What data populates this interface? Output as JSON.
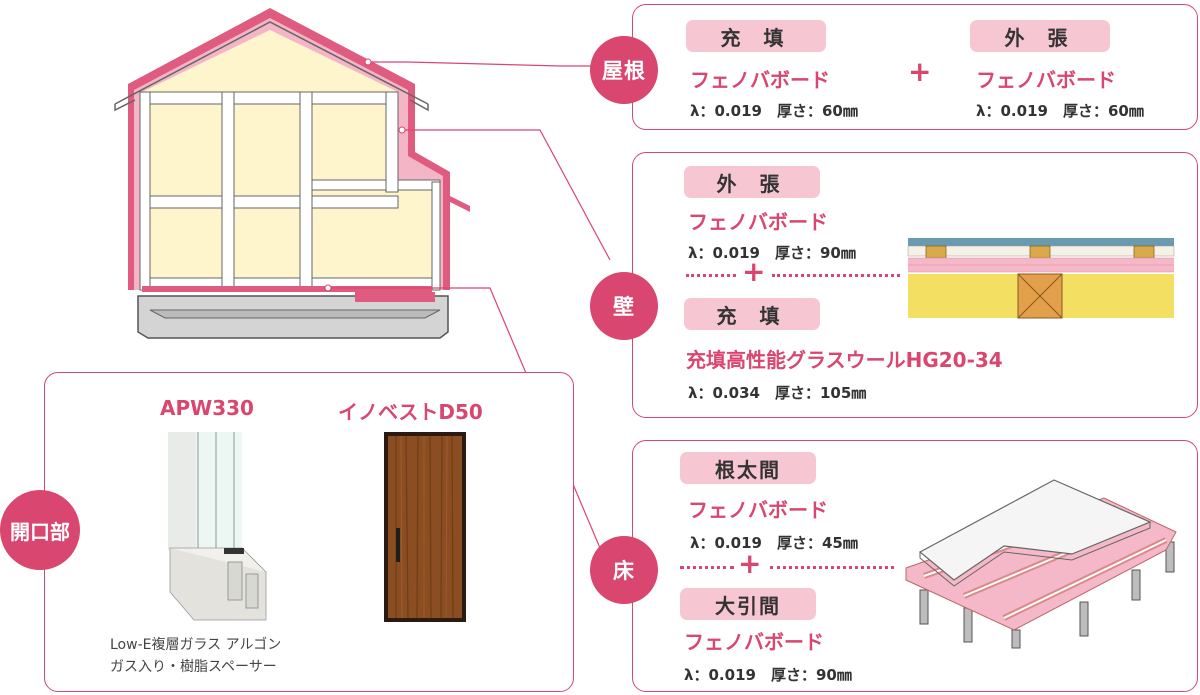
{
  "colors": {
    "accent": "#d9466f",
    "tag_bg": "#f6c6d2",
    "insulation": "#fff5cc"
  },
  "roof": {
    "label": "屋根",
    "left": {
      "tag": "充 填",
      "product": "フェノバボード",
      "spec": "λ：0.019　厚さ：60㎜"
    },
    "plus": "+",
    "right": {
      "tag": "外 張",
      "product": "フェノバボード",
      "spec": "λ：0.019　厚さ：60㎜"
    }
  },
  "wall": {
    "label": "壁",
    "top": {
      "tag": "外 張",
      "product": "フェノバボード",
      "spec": "λ：0.019　厚さ：90㎜"
    },
    "plus": "+",
    "bottom": {
      "tag": "充 填",
      "product": "充填高性能グラスウールHG20-34",
      "spec": "λ：0.034　厚さ：105㎜"
    }
  },
  "floor": {
    "label": "床",
    "top": {
      "tag": "根太間",
      "product": "フェノバボード",
      "spec": "λ：0.019　厚さ：45㎜"
    },
    "plus": "+",
    "bottom": {
      "tag": "大引間",
      "product": "フェノバボード",
      "spec": "λ：0.019　厚さ：90㎜"
    }
  },
  "openings": {
    "label": "開口部",
    "window": {
      "title": "APW330",
      "caption_line1": "Low-E複層ガラス アルゴン",
      "caption_line2": "ガス入り・樹脂スペーサー"
    },
    "door": {
      "title": "イノベストD50"
    }
  }
}
